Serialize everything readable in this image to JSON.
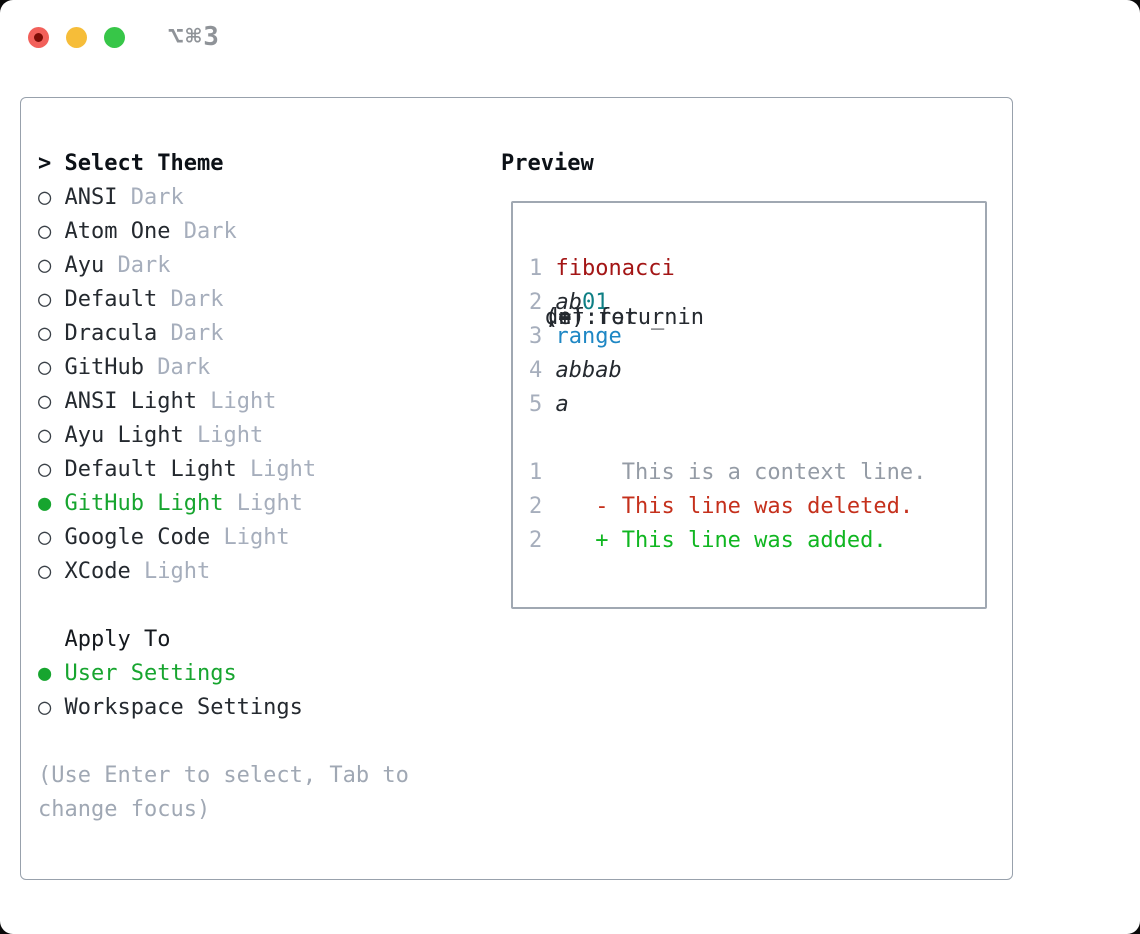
{
  "window": {
    "title": "⌥⌘3"
  },
  "glyphs": {
    "prompt": ">",
    "unselected": "○",
    "selected": "●"
  },
  "colors": {
    "accent_green": "#17a52f",
    "diff_red": "#c5301c",
    "diff_green": "#10b621",
    "muted_gray": "#a6aebc",
    "text_dark": "#24292f",
    "syntax_function_red": "#a31515",
    "syntax_number_teal": "#0e7f84",
    "syntax_call_blue": "#1e87c4",
    "border_gray": "#98a1ac"
  },
  "theme_panel": {
    "header": {
      "marker": ">",
      "label": "Select Theme"
    },
    "items": [
      {
        "name": "ANSI",
        "variant": "Dark",
        "selected": false
      },
      {
        "name": "Atom One",
        "variant": "Dark",
        "selected": false
      },
      {
        "name": "Ayu",
        "variant": "Dark",
        "selected": false
      },
      {
        "name": "Default",
        "variant": "Dark",
        "selected": false
      },
      {
        "name": "Dracula",
        "variant": "Dark",
        "selected": false
      },
      {
        "name": "GitHub",
        "variant": "Dark",
        "selected": false
      },
      {
        "name": "ANSI Light",
        "variant": "Light",
        "selected": false
      },
      {
        "name": "Ayu Light",
        "variant": "Light",
        "selected": false
      },
      {
        "name": "Default Light",
        "variant": "Light",
        "selected": false
      },
      {
        "name": "GitHub Light",
        "variant": "Light",
        "selected": true
      },
      {
        "name": "Google Code",
        "variant": "Light",
        "selected": false
      },
      {
        "name": "XCode",
        "variant": "Light",
        "selected": false
      }
    ],
    "apply_to": {
      "label": "Apply To",
      "options": [
        {
          "name": "User Settings",
          "selected": true
        },
        {
          "name": "Workspace Settings",
          "selected": false
        }
      ]
    },
    "help_lines": [
      "(Use Enter to select, Tab to",
      "change focus)"
    ]
  },
  "preview": {
    "title": "Preview",
    "lines": [
      {
        "num": "1",
        "segs": [
          {
            "t": "def ",
            "c": "code"
          },
          {
            "t": "fibonacci",
            "c": "func"
          },
          {
            "t": "(n):",
            "c": "code"
          }
        ]
      },
      {
        "num": "2",
        "segs": [
          {
            "t": "    ",
            "c": "code"
          },
          {
            "t": "a",
            "c": "var"
          },
          {
            "t": ", ",
            "c": "code"
          },
          {
            "t": "b",
            "c": "var"
          },
          {
            "t": " = ",
            "c": "code"
          },
          {
            "t": "0",
            "c": "numlit"
          },
          {
            "t": ", ",
            "c": "code"
          },
          {
            "t": "1",
            "c": "numlit"
          }
        ]
      },
      {
        "num": "3",
        "segs": [
          {
            "t": "    for _ in ",
            "c": "code"
          },
          {
            "t": "range",
            "c": "call"
          },
          {
            "t": "(n):",
            "c": "code"
          }
        ]
      },
      {
        "num": "4",
        "segs": [
          {
            "t": "        ",
            "c": "code"
          },
          {
            "t": "a",
            "c": "var"
          },
          {
            "t": ", ",
            "c": "code"
          },
          {
            "t": "b",
            "c": "var"
          },
          {
            "t": " = ",
            "c": "code"
          },
          {
            "t": "b",
            "c": "var"
          },
          {
            "t": ", ",
            "c": "code"
          },
          {
            "t": "a",
            "c": "var"
          },
          {
            "t": " + ",
            "c": "code"
          },
          {
            "t": "b",
            "c": "var"
          }
        ]
      },
      {
        "num": "5",
        "segs": [
          {
            "t": "    return ",
            "c": "code"
          },
          {
            "t": "a",
            "c": "var"
          }
        ]
      },
      {
        "num": "",
        "segs": []
      },
      {
        "num": "1",
        "segs": [
          {
            "t": "     This is a context line.",
            "c": "context"
          }
        ]
      },
      {
        "num": "2",
        "segs": [
          {
            "t": "   - This line was deleted.",
            "c": "deleted"
          }
        ]
      },
      {
        "num": "2",
        "segs": [
          {
            "t": "   + This line was added.",
            "c": "added"
          }
        ]
      }
    ]
  }
}
